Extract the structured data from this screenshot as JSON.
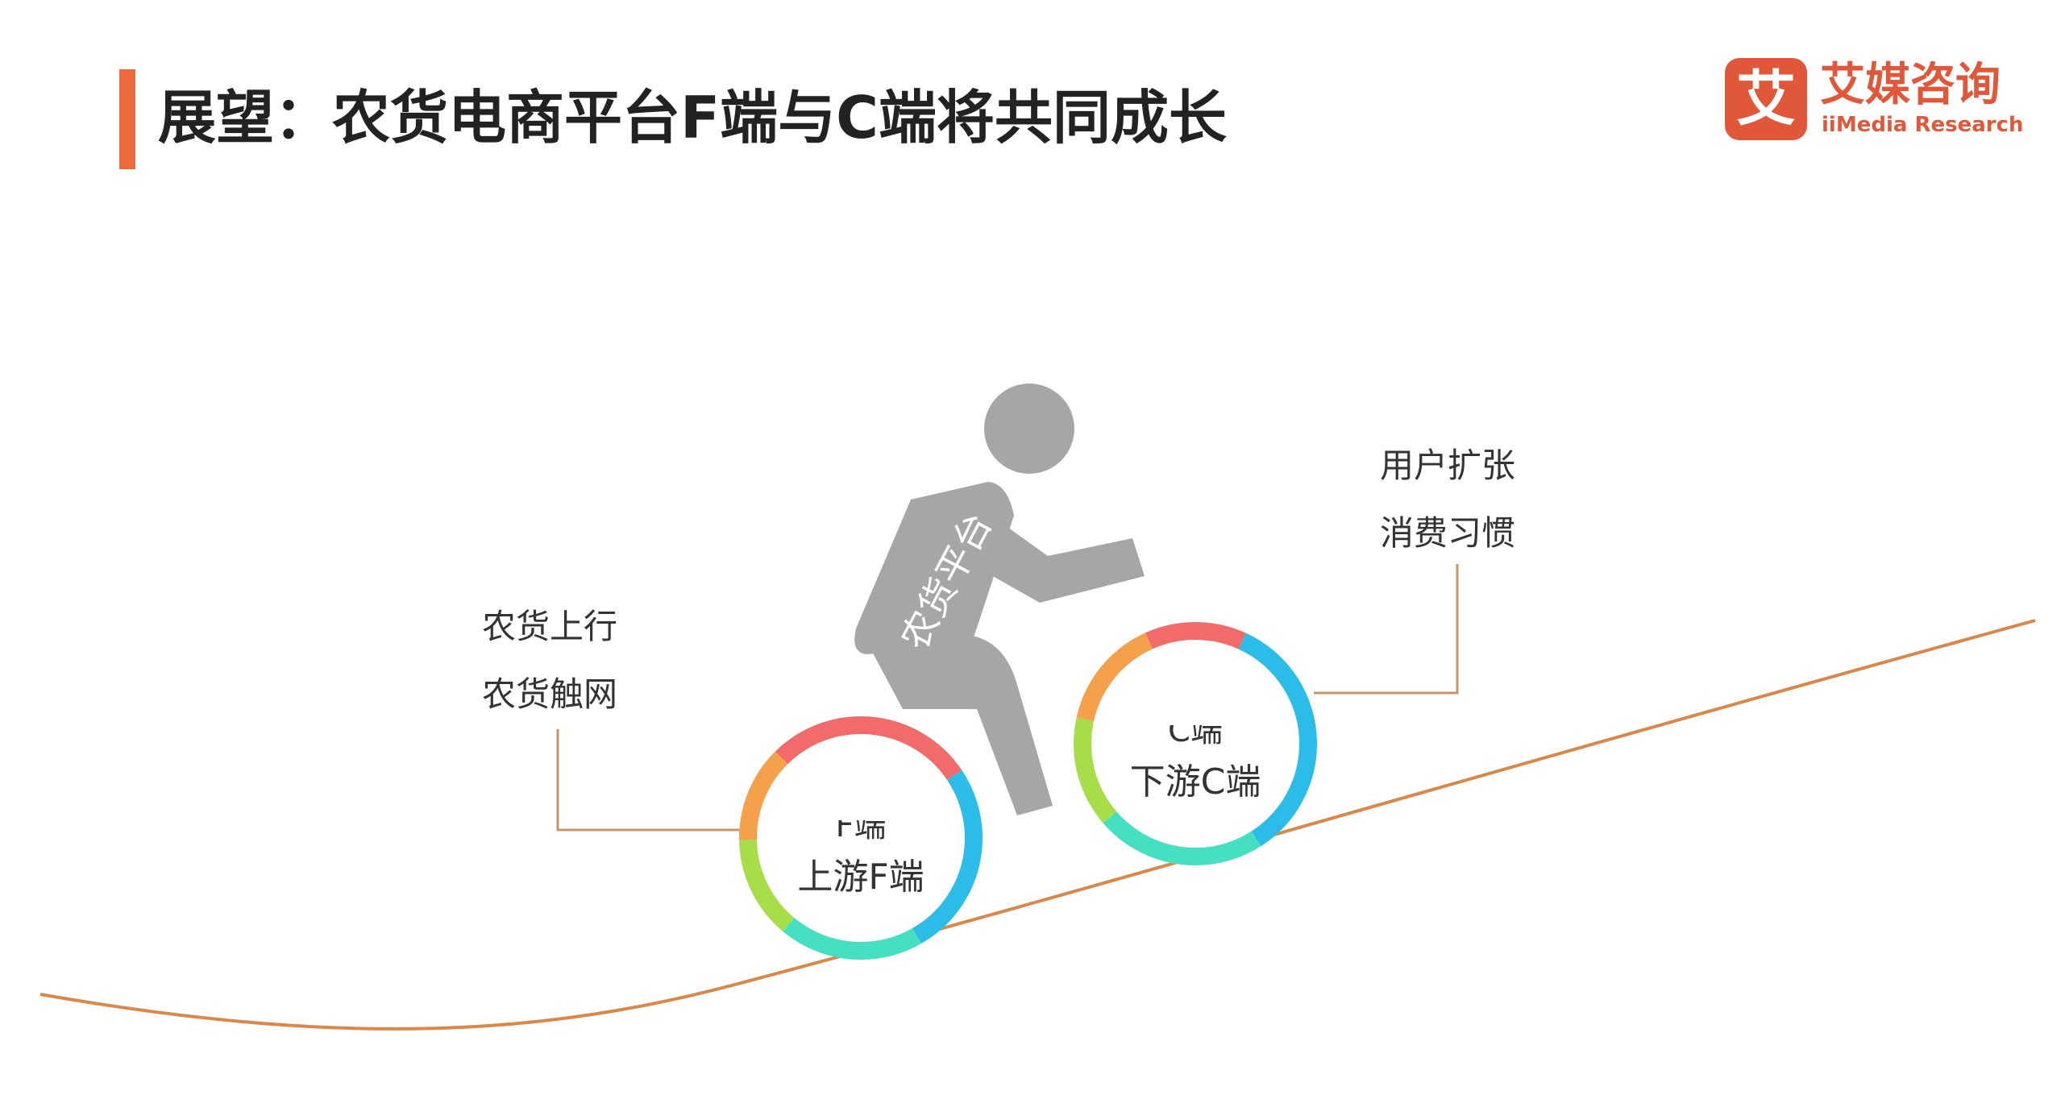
{
  "title": "展望：农货电商平台F端与C端将共同成长",
  "logo": {
    "mark": "艾",
    "name_cn": "艾媒咨询",
    "name_en": "iiMedia Research"
  },
  "rider": {
    "label": "农货平台"
  },
  "rear_wheel": {
    "label": "上游F端",
    "label_partial": "F端",
    "callouts": [
      "农货上行",
      "农货触网"
    ]
  },
  "front_wheel": {
    "label": "下游C端",
    "label_partial": "C端",
    "callouts": [
      "用户扩张",
      "消费习惯"
    ]
  },
  "colors": {
    "accent": "#ec6a3c",
    "logo": "#e0573a",
    "slope": "#d9884a",
    "figure": "#a6a6a6",
    "connector": "#c8966a",
    "ring": [
      "#f26b6b",
      "#2bbde8",
      "#45e0c2",
      "#a8dd4a",
      "#f5a04a"
    ]
  }
}
